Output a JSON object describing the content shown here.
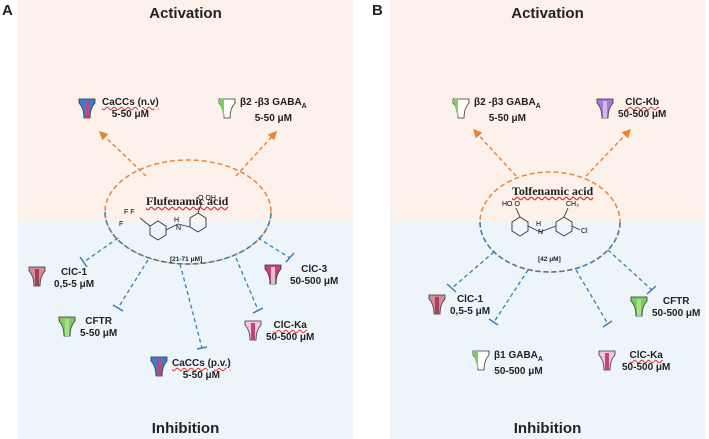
{
  "panel_a": {
    "letter": "A",
    "activation": "Activation",
    "inhibition": "Inhibition",
    "drug": "Flufenamic acid",
    "concentration": "[21-71 μM]",
    "activated": [
      {
        "name": "CaCCs (n.v)",
        "conc": "5-50 μM",
        "color": "#3a7bd5"
      },
      {
        "name": "β2 -β3 GABA",
        "sub": "A",
        "conc": "5-50 μM",
        "color": "#7ccc63"
      }
    ],
    "inhibited": [
      {
        "name": "ClC-1",
        "conc": "0,5-5 μM",
        "color": "#d98a98"
      },
      {
        "name": "ClC-3",
        "conc": "50-500 μM",
        "color": "#c2457a"
      },
      {
        "name": "CFTR",
        "conc": "5-50 μM",
        "color": "#7ccc63"
      },
      {
        "name": "ClC-Ka",
        "conc": "50-500 μM",
        "color": "#e08ab8"
      },
      {
        "name": "CaCCs (p.v.)",
        "conc": "5-50 μM",
        "color": "#3a7bd5"
      }
    ]
  },
  "panel_b": {
    "letter": "B",
    "activation": "Activation",
    "inhibition": "Inhibition",
    "drug": "Tolfenamic acid",
    "concentration": "[42 μM]",
    "activated": [
      {
        "name": "β2 -β3 GABA",
        "sub": "A",
        "conc": "5-50 μM",
        "color": "#7ccc63"
      },
      {
        "name": "ClC-Kb",
        "conc": "50-500 μM",
        "color": "#a77ad8"
      }
    ],
    "inhibited": [
      {
        "name": "ClC-1",
        "conc": "0,5-5 μM",
        "color": "#d98a98"
      },
      {
        "name": "CFTR",
        "conc": "50-500 μM",
        "color": "#7ccc63"
      },
      {
        "name": "β1 GABA",
        "sub": "A",
        "conc": "50-500 μM",
        "color": "#7ccc63"
      },
      {
        "name": "ClC-Ka",
        "conc": "50-500 μM",
        "color": "#e08ab8"
      }
    ]
  },
  "colors": {
    "activation_arrow": "#e8853a",
    "inhibition_line": "#3a7fa8",
    "oval": "#e8853a"
  }
}
